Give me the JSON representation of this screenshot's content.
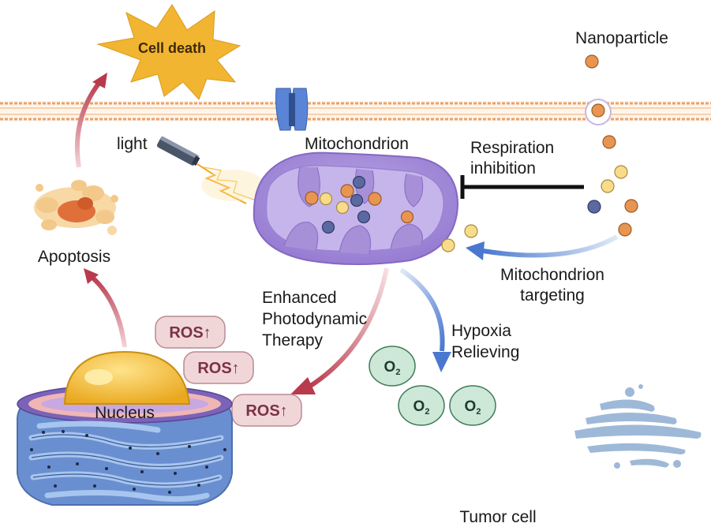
{
  "labels": {
    "cell_death": "Cell death",
    "nanoparticle": "Nanoparticle",
    "light": "light",
    "mitochondrion": "Mitochondrion",
    "respiration_line1": "Respiration",
    "respiration_line2": "inhibition",
    "apoptosis": "Apoptosis",
    "mito_targeting_line1": "Mitochondrion",
    "mito_targeting_line2": "targeting",
    "epdt_line1": "Enhanced",
    "epdt_line2": "Photodynamic",
    "epdt_line3": "Therapy",
    "hypoxia_line1": "Hypoxia",
    "hypoxia_line2": "Relieving",
    "nucleus": "Nucleus",
    "tumor_cell": "Tumor cell"
  },
  "ros_badges": [
    "ROS↑",
    "ROS↑",
    "ROS↑"
  ],
  "oxygen": {
    "symbol": "O",
    "subscript": "2"
  },
  "colors": {
    "membrane": "#e8a36b",
    "cell_death_star": "#f2b531",
    "mitochondrion": "#a890d8",
    "mitochondrion_inner": "#c6b5ea",
    "np_orange": "#e99552",
    "np_yellow": "#f8dc8a",
    "np_navy": "#5a6aa0",
    "red_arrow": "#b83a4c",
    "blue_arrow": "#4a78d0",
    "ros_fill": "#f1d6d8",
    "o2_fill": "#cde8d6",
    "nucleus": "#f2b72d",
    "er": "#7a9fd8",
    "golgi": "#9eb9d8"
  }
}
